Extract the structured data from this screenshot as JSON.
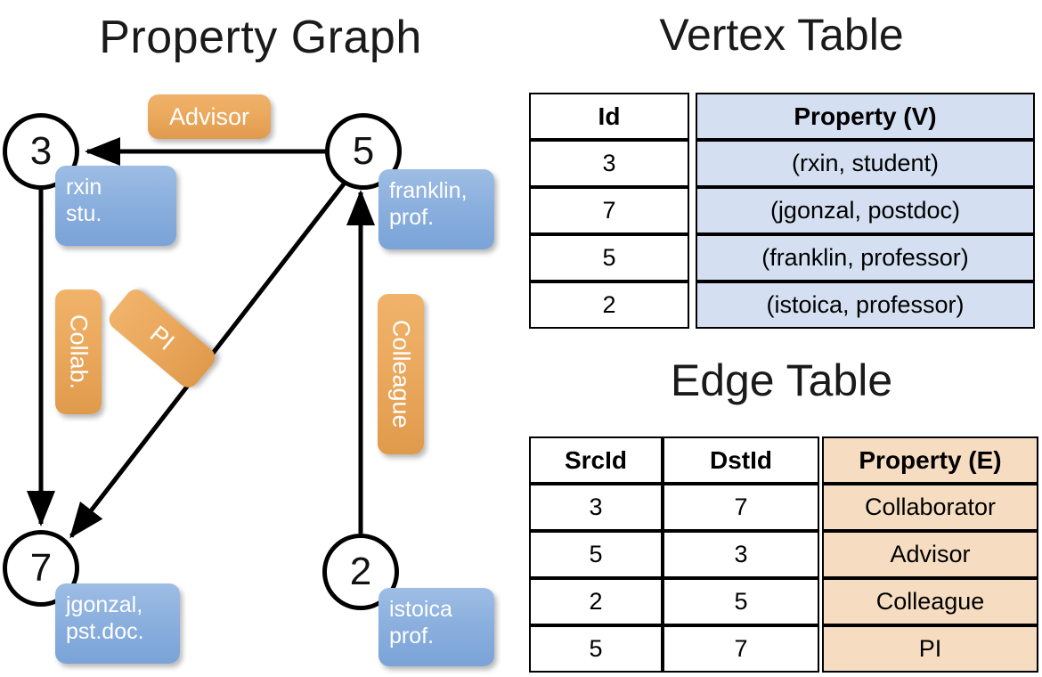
{
  "graph": {
    "title": "Property Graph",
    "nodes": [
      {
        "id": "3",
        "property_lines": [
          "rxin",
          "stu."
        ]
      },
      {
        "id": "5",
        "property_lines": [
          "franklin,",
          "prof."
        ]
      },
      {
        "id": "7",
        "property_lines": [
          "jgonzal,",
          "pst.doc."
        ]
      },
      {
        "id": "2",
        "property_lines": [
          "istoica",
          "prof."
        ]
      }
    ],
    "edge_labels": [
      {
        "text": "Advisor",
        "orientation": "horizontal"
      },
      {
        "text": "Collab.",
        "orientation": "vertical"
      },
      {
        "text": "PI",
        "orientation": "rotated"
      },
      {
        "text": "Colleague",
        "orientation": "vertical"
      }
    ]
  },
  "vertex_table": {
    "title": "Vertex Table",
    "headers": [
      "Id",
      "Property (V)"
    ],
    "rows": [
      {
        "id": "3",
        "property": "(rxin, student)"
      },
      {
        "id": "7",
        "property": "(jgonzal, postdoc)"
      },
      {
        "id": "5",
        "property": "(franklin, professor)"
      },
      {
        "id": "2",
        "property": "(istoica, professor)"
      }
    ]
  },
  "edge_table": {
    "title": "Edge Table",
    "headers": [
      "SrcId",
      "DstId",
      "Property (E)"
    ],
    "rows": [
      {
        "src": "3",
        "dst": "7",
        "property": "Collaborator"
      },
      {
        "src": "5",
        "dst": "3",
        "property": "Advisor"
      },
      {
        "src": "2",
        "dst": "5",
        "property": "Colleague"
      },
      {
        "src": "5",
        "dst": "7",
        "property": "PI"
      }
    ]
  },
  "colors": {
    "vertex_fill": "#d4e0f2",
    "edge_fill": "#f6ddc2",
    "node_box_blue": "#8cb0de",
    "edge_label_orange": "#eaa85c",
    "stroke": "#000000",
    "background": "#ffffff"
  }
}
